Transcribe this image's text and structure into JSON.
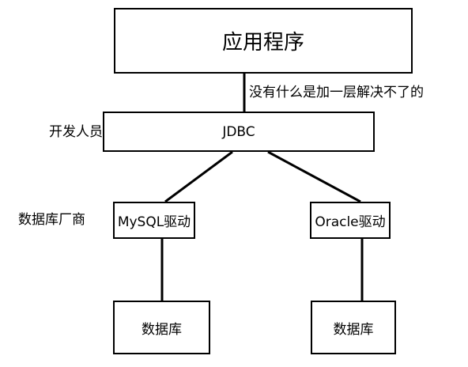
{
  "diagram": {
    "nodes": {
      "app": "应用程序",
      "jdbc": "JDBC",
      "mysql": "MySQL驱动",
      "oracle": "Oracle驱动",
      "db_left": "数据库",
      "db_right": "数据库"
    },
    "labels": {
      "annotation": "没有什么是加一层解决不了的",
      "developer": "开发人员",
      "vendor": "数据库厂商"
    },
    "edges": [
      {
        "from": "app",
        "to": "jdbc"
      },
      {
        "from": "jdbc",
        "to": "mysql"
      },
      {
        "from": "jdbc",
        "to": "oracle"
      },
      {
        "from": "mysql",
        "to": "db_left"
      },
      {
        "from": "oracle",
        "to": "db_right"
      }
    ],
    "colors": {
      "line": "#000000",
      "box_border": "#000000",
      "background": "#ffffff"
    }
  }
}
